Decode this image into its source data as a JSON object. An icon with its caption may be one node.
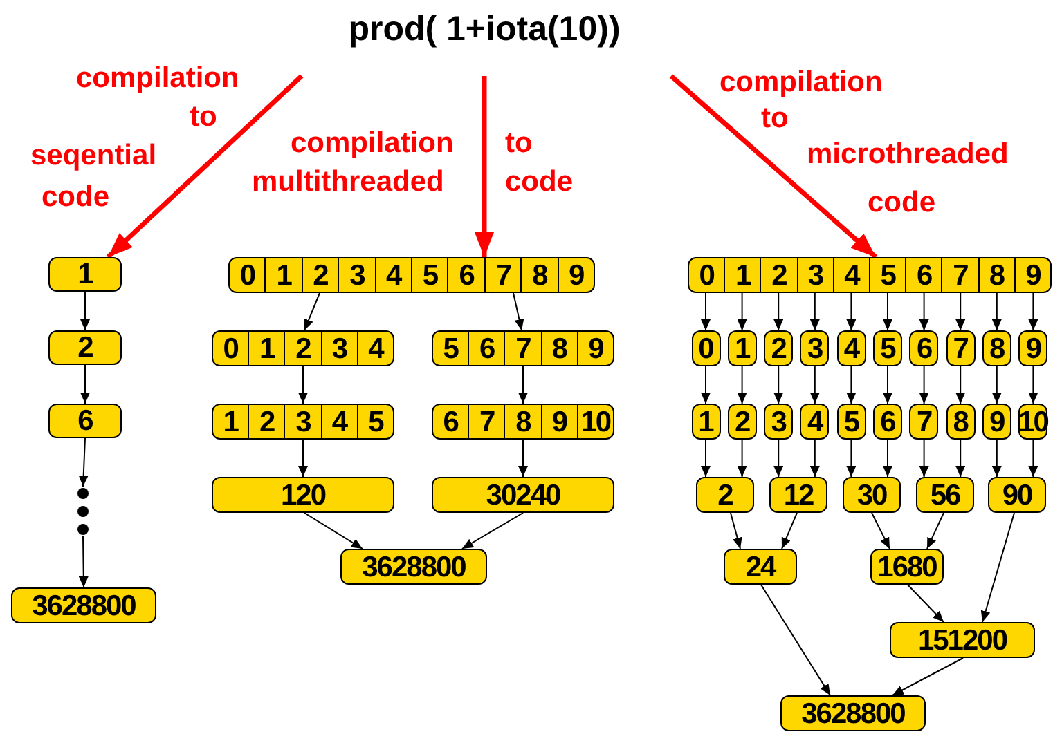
{
  "diagram": {
    "title": "prod( 1+iota(10))",
    "nodes": [
      {
        "text": [
          "1"
        ]
      },
      {
        "text": [
          "2"
        ]
      },
      {
        "text": [
          "6"
        ]
      },
      {
        "text": [],
        "shape": "ellipsis"
      },
      {
        "text": [
          "3628800"
        ]
      },
      {
        "text": [
          "0",
          "1",
          "2",
          "3",
          "4",
          "5",
          "6",
          "7",
          "8",
          "9"
        ]
      },
      {
        "text": [
          "0",
          "1",
          "2",
          "3",
          "4"
        ]
      },
      {
        "text": [
          "5",
          "6",
          "7",
          "8",
          "9"
        ]
      },
      {
        "text": [
          "1",
          "2",
          "3",
          "4",
          "5"
        ]
      },
      {
        "text": [
          "6",
          "7",
          "8",
          "9",
          "10"
        ]
      },
      {
        "text": [
          "120"
        ]
      },
      {
        "text": [
          "30240"
        ]
      },
      {
        "text": [
          "3628800"
        ]
      },
      {
        "text": [
          "0",
          "1",
          "2",
          "3",
          "4",
          "5",
          "6",
          "7",
          "8",
          "9"
        ]
      },
      {
        "text": [
          "0"
        ]
      },
      {
        "text": [
          "1"
        ]
      },
      {
        "text": [
          "2"
        ]
      },
      {
        "text": [
          "3"
        ]
      },
      {
        "text": [
          "4"
        ]
      },
      {
        "text": [
          "5"
        ]
      },
      {
        "text": [
          "6"
        ]
      },
      {
        "text": [
          "7"
        ]
      },
      {
        "text": [
          "8"
        ]
      },
      {
        "text": [
          "9"
        ]
      },
      {
        "text": [
          "1"
        ]
      },
      {
        "text": [
          "2"
        ]
      },
      {
        "text": [
          "3"
        ]
      },
      {
        "text": [
          "4"
        ]
      },
      {
        "text": [
          "5"
        ]
      },
      {
        "text": [
          "6"
        ]
      },
      {
        "text": [
          "7"
        ]
      },
      {
        "text": [
          "8"
        ]
      },
      {
        "text": [
          "9"
        ]
      },
      {
        "text": [
          "10"
        ]
      },
      {
        "text": [
          "2"
        ]
      },
      {
        "text": [
          "12"
        ]
      },
      {
        "text": [
          "30"
        ]
      },
      {
        "text": [
          "56"
        ]
      },
      {
        "text": [
          "90"
        ]
      },
      {
        "text": [
          "24"
        ]
      },
      {
        "text": [
          "1680"
        ]
      },
      {
        "text": [
          "151200"
        ]
      },
      {
        "text": [
          "3628800"
        ]
      }
    ],
    "edges": [
      {
        "from": null,
        "to": 0,
        "arrow": "to",
        "style": "thick",
        "color": "#ff0000"
      },
      {
        "from": null,
        "to": 5,
        "arrow": "to",
        "style": "thick",
        "color": "#ff0000"
      },
      {
        "from": null,
        "to": 13,
        "arrow": "to",
        "style": "thick",
        "color": "#ff0000"
      },
      {
        "from": 0,
        "to": 1,
        "arrow": "to"
      },
      {
        "from": 1,
        "to": 2,
        "arrow": "to"
      },
      {
        "from": 2,
        "to": 3,
        "arrow": "to"
      },
      {
        "from": 3,
        "to": 4,
        "arrow": "to"
      },
      {
        "from": 5,
        "to": 6,
        "arrow": "to"
      },
      {
        "from": 5,
        "to": 7,
        "arrow": "to"
      },
      {
        "from": 6,
        "to": 8,
        "arrow": "to"
      },
      {
        "from": 7,
        "to": 9,
        "arrow": "to"
      },
      {
        "from": 8,
        "to": 10,
        "arrow": "to"
      },
      {
        "from": 9,
        "to": 11,
        "arrow": "to"
      },
      {
        "from": 10,
        "to": 12,
        "arrow": "to"
      },
      {
        "from": 11,
        "to": 12,
        "arrow": "to"
      },
      {
        "from": 13,
        "to": 14,
        "arrow": "to"
      },
      {
        "from": 13,
        "to": 15,
        "arrow": "to"
      },
      {
        "from": 13,
        "to": 16,
        "arrow": "to"
      },
      {
        "from": 13,
        "to": 17,
        "arrow": "to"
      },
      {
        "from": 13,
        "to": 18,
        "arrow": "to"
      },
      {
        "from": 13,
        "to": 19,
        "arrow": "to"
      },
      {
        "from": 13,
        "to": 20,
        "arrow": "to"
      },
      {
        "from": 13,
        "to": 21,
        "arrow": "to"
      },
      {
        "from": 13,
        "to": 22,
        "arrow": "to"
      },
      {
        "from": 13,
        "to": 23,
        "arrow": "to"
      },
      {
        "from": 14,
        "to": 24,
        "arrow": "to"
      },
      {
        "from": 15,
        "to": 25,
        "arrow": "to"
      },
      {
        "from": 16,
        "to": 26,
        "arrow": "to"
      },
      {
        "from": 17,
        "to": 27,
        "arrow": "to"
      },
      {
        "from": 18,
        "to": 28,
        "arrow": "to"
      },
      {
        "from": 19,
        "to": 29,
        "arrow": "to"
      },
      {
        "from": 20,
        "to": 30,
        "arrow": "to"
      },
      {
        "from": 21,
        "to": 31,
        "arrow": "to"
      },
      {
        "from": 22,
        "to": 32,
        "arrow": "to"
      },
      {
        "from": 23,
        "to": 33,
        "arrow": "to"
      },
      {
        "from": 24,
        "to": 34,
        "arrow": "to"
      },
      {
        "from": 25,
        "to": 34,
        "arrow": "to"
      },
      {
        "from": 26,
        "to": 35,
        "arrow": "to"
      },
      {
        "from": 27,
        "to": 35,
        "arrow": "to"
      },
      {
        "from": 28,
        "to": 36,
        "arrow": "to"
      },
      {
        "from": 29,
        "to": 36,
        "arrow": "to"
      },
      {
        "from": 30,
        "to": 37,
        "arrow": "to"
      },
      {
        "from": 31,
        "to": 37,
        "arrow": "to"
      },
      {
        "from": 32,
        "to": 38,
        "arrow": "to"
      },
      {
        "from": 33,
        "to": 38,
        "arrow": "to"
      },
      {
        "from": 34,
        "to": 39,
        "arrow": "to"
      },
      {
        "from": 35,
        "to": 39,
        "arrow": "to"
      },
      {
        "from": 36,
        "to": 40,
        "arrow": "to"
      },
      {
        "from": 37,
        "to": 40,
        "arrow": "to"
      },
      {
        "from": 39,
        "to": 42,
        "arrow": "to"
      },
      {
        "from": 40,
        "to": 41,
        "arrow": "to"
      },
      {
        "from": 38,
        "to": 41,
        "arrow": "to"
      },
      {
        "from": 41,
        "to": 42,
        "arrow": "to"
      }
    ],
    "labels": [
      "compilation",
      "to",
      "seqential",
      "code",
      "compilation",
      "multithreaded",
      "to",
      "code",
      "compilation",
      "to",
      "microthreaded",
      "code"
    ]
  }
}
